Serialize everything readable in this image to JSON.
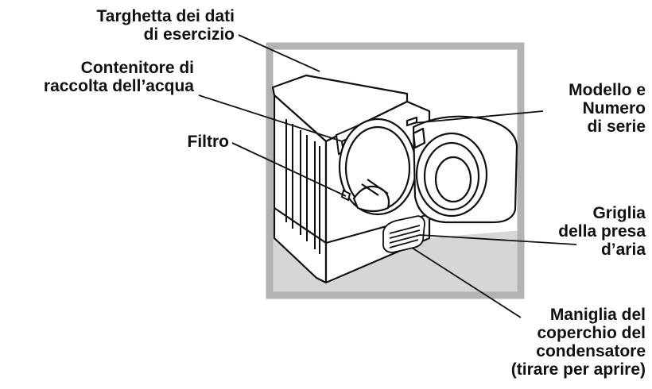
{
  "colors": {
    "frame": "#b3b3b3",
    "floor": "#d6d6d6",
    "ink": "#111111"
  },
  "labels": {
    "rating_plate": "Targhetta dei dati\ndi esercizio",
    "water_container": "Contenitore di\nraccolta dell’acqua",
    "filter": "Filtro",
    "model_serial": "Modello e\nNumero\ndi serie",
    "air_grille": "Griglia\ndella presa\nd’aria",
    "condenser_handle": "Maniglia del\ncoperchio del\ncondensatore\n(tirare per aprire)"
  }
}
